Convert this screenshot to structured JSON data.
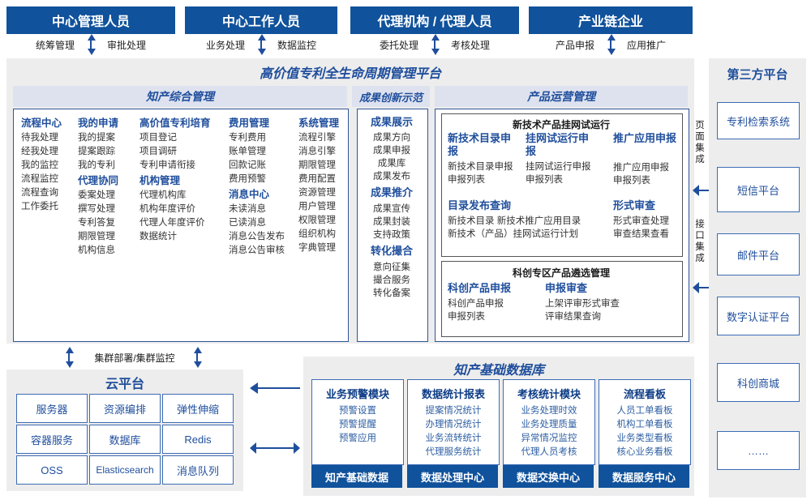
{
  "actors": [
    {
      "title": "中心管理人员",
      "left_action": "统筹管理",
      "right_action": "审批处理"
    },
    {
      "title": "中心工作人员",
      "left_action": "业务处理",
      "right_action": "数据监控"
    },
    {
      "title": "代理机构 / 代理人员",
      "left_action": "委托处理",
      "right_action": "考核处理"
    },
    {
      "title": "产业链企业",
      "left_action": "产品申报",
      "right_action": "应用推广"
    }
  ],
  "platform": {
    "title": "高价值专利全生命周期管理平台",
    "sections": [
      {
        "name": "知产综合管理"
      },
      {
        "name": "成果创新示范"
      },
      {
        "name": "产品运营管理"
      }
    ]
  },
  "ip_management": {
    "columns": [
      {
        "groups": [
          {
            "head": "流程中心",
            "items": [
              "待我处理",
              "经我处理",
              "我的监控",
              "流程监控",
              "流程查询",
              "工作委托"
            ]
          }
        ]
      },
      {
        "groups": [
          {
            "head": "我的申请",
            "items": [
              "我的提案",
              "提案跟踪",
              "我的专利"
            ]
          },
          {
            "head": "代理协同",
            "items": [
              "委案处理",
              "撰写处理",
              "专利答复",
              "期限管理",
              "机构信息"
            ]
          }
        ]
      },
      {
        "groups": [
          {
            "head": "高价值专利培育",
            "items": [
              "项目登记",
              "项目调研",
              "专利申请衔接"
            ]
          },
          {
            "head": "机构管理",
            "items": [
              "代理机构库",
              "机构年度评价",
              "代理人年度评价",
              "数据统计"
            ]
          }
        ]
      },
      {
        "groups": [
          {
            "head": "费用管理",
            "items": [
              "专利费用",
              "账单管理",
              "回款记账",
              "费用预警"
            ]
          },
          {
            "head": "消息中心",
            "items": [
              "未读消息",
              "已读消息",
              "消息公告发布",
              "消息公告审核"
            ]
          }
        ]
      },
      {
        "groups": [
          {
            "head": "系统管理",
            "items": [
              "流程引擎",
              "消息引擎",
              "期限管理",
              "费用配置",
              "资源管理",
              "用户管理",
              "权限管理",
              "组织机构",
              "字典管理"
            ]
          }
        ]
      }
    ]
  },
  "achievement": {
    "groups": [
      {
        "head": "成果展示",
        "items": [
          "成果方向",
          "成果申报",
          "成果库",
          "成果发布"
        ]
      },
      {
        "head": "成果推介",
        "items": [
          "成果宣传",
          "成果封装",
          "支持政策"
        ]
      },
      {
        "head": "转化撮合",
        "items": [
          "意向征集",
          "撮合服务",
          "转化备案"
        ]
      }
    ]
  },
  "product_ops": {
    "blocks": [
      {
        "title": "新技术产品挂网试运行",
        "rows": [
          {
            "cols": [
              {
                "head": "新技术目录申报",
                "items": [
                  "新技术目录申报",
                  "申报列表"
                ]
              },
              {
                "head": "挂网试运行申报",
                "items": [
                  "挂网试运行申报",
                  "申报列表"
                ]
              },
              {
                "head": "推广应用申报",
                "items": [
                  "推广应用申报",
                  "申报列表"
                ]
              }
            ]
          },
          {
            "cols": [
              {
                "head": "目录发布查询",
                "items": [
                  "新技术目录    新技术推广应用目录",
                  "新技术（产品）挂网试运行计划"
                ]
              },
              {
                "head": "形式审查",
                "items": [
                  "形式审查处理",
                  "审查结果查看"
                ]
              }
            ]
          }
        ]
      },
      {
        "title": "科创专区产品遴选管理",
        "rows": [
          {
            "cols": [
              {
                "head": "科创产品申报",
                "items": [
                  "科创产品申报",
                  "申报列表"
                ]
              },
              {
                "head": "申报审查",
                "items": [
                  "上架评审形式审查",
                  "评审结果查询"
                ]
              }
            ]
          }
        ]
      }
    ]
  },
  "integration": {
    "page_label": "页面集成",
    "api_label": "接口集成"
  },
  "third_party": {
    "title": "第三方平台",
    "items": [
      "专利检索系统",
      "短信平台",
      "邮件平台",
      "数字认证平台",
      "科创商城",
      "……"
    ]
  },
  "cluster_link": {
    "label": "集群部署/集群监控"
  },
  "cloud": {
    "title": "云平台",
    "items": [
      "服务器",
      "资源编排",
      "弹性伸缩",
      "容器服务",
      "数据库",
      "Redis",
      "OSS",
      "Elasticsearch",
      "消息队列"
    ]
  },
  "database": {
    "title": "知产基础数据库",
    "columns": [
      {
        "head": "业务预警模块",
        "items": [
          "预警设置",
          "预警提醒",
          "预警应用"
        ],
        "footer": "知产基础数据"
      },
      {
        "head": "数据统计报表",
        "items": [
          "提案情况统计",
          "办理情况统计",
          "业务流转统计",
          "代理服务统计"
        ],
        "footer": "数据处理中心"
      },
      {
        "head": "考核统计模块",
        "items": [
          "业务处理时效",
          "业务处理质量",
          "异常情况监控",
          "代理人员考核"
        ],
        "footer": "数据交换中心"
      },
      {
        "head": "流程看板",
        "items": [
          "人员工单看板",
          "机构工单看板",
          "业务类型看板",
          "核心业务看板"
        ],
        "footer": "数据服务中心"
      }
    ]
  },
  "colors": {
    "brand_blue": "#10529B",
    "accent_blue": "#1F4E9C",
    "border_blue": "#3D6CB5",
    "gray_band": "#EDEDED",
    "section_band": "#DEE2EF"
  }
}
